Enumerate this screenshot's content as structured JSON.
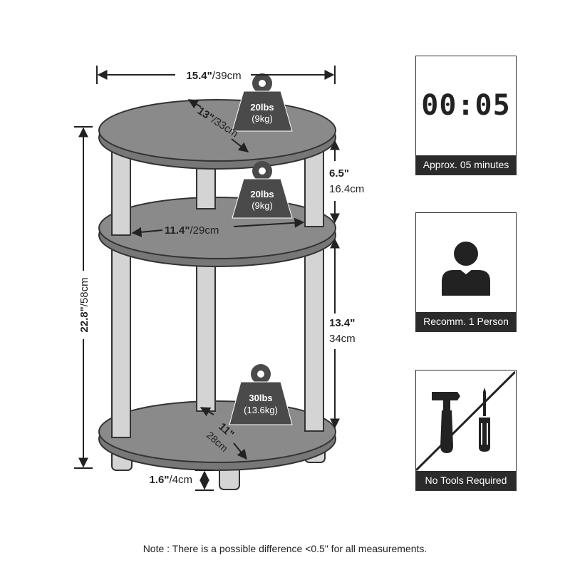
{
  "dimensions": {
    "top_width": {
      "bold": "15.4\"",
      "rest": "/39cm"
    },
    "top_diameter": {
      "bold": "13\"",
      "rest": "/33cm"
    },
    "mid_gap": {
      "bold": "6.5\"",
      "rest": "16.4cm"
    },
    "mid_width": {
      "bold": "11.4\"",
      "rest": "/29cm"
    },
    "total_height": {
      "bold": "22.8\"",
      "rest": "/58cm"
    },
    "low_gap": {
      "bold": "13.4\"",
      "rest": "34cm"
    },
    "bottom_diameter": {
      "bold": "11\"",
      "rest": "28cm"
    },
    "foot_height": {
      "bold": "1.6\"",
      "rest": "/4cm"
    }
  },
  "weights": {
    "top": {
      "lbs": "20lbs",
      "kg": "(9kg)"
    },
    "middle": {
      "lbs": "20lbs",
      "kg": "(9kg)"
    },
    "bottom": {
      "lbs": "30lbs",
      "kg": "(13.6kg)"
    }
  },
  "panels": {
    "timer": {
      "digits": "00:05",
      "caption": "Approx. 05 minutes"
    },
    "person": {
      "caption": "Recomm. 1 Person"
    },
    "tools": {
      "caption": "No Tools Required"
    }
  },
  "note": "Note : There is a possible difference <0.5\" for all measurements.",
  "colors": {
    "shelf": "#8a8a8a",
    "leg": "#d4d4d4",
    "outline": "#333333",
    "weight": "#4a4a4a",
    "caption_bg": "#2b2b2b"
  }
}
